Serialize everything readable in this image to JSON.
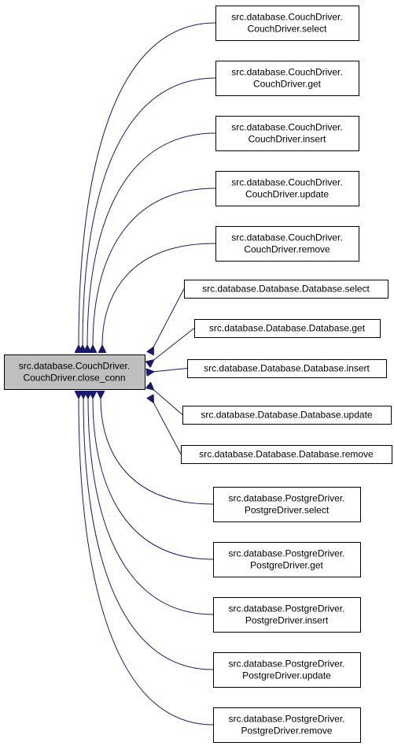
{
  "graph": {
    "root": {
      "lines": [
        "src.database.CouchDriver.",
        "CouchDriver.close_conn"
      ]
    },
    "callers": [
      {
        "lines": [
          "src.database.CouchDriver.",
          "CouchDriver.select"
        ]
      },
      {
        "lines": [
          "src.database.CouchDriver.",
          "CouchDriver.get"
        ]
      },
      {
        "lines": [
          "src.database.CouchDriver.",
          "CouchDriver.insert"
        ]
      },
      {
        "lines": [
          "src.database.CouchDriver.",
          "CouchDriver.update"
        ]
      },
      {
        "lines": [
          "src.database.CouchDriver.",
          "CouchDriver.remove"
        ]
      },
      {
        "lines": [
          "src.database.Database.Database.select"
        ]
      },
      {
        "lines": [
          "src.database.Database.Database.get"
        ]
      },
      {
        "lines": [
          "src.database.Database.Database.insert"
        ]
      },
      {
        "lines": [
          "src.database.Database.Database.update"
        ]
      },
      {
        "lines": [
          "src.database.Database.Database.remove"
        ]
      },
      {
        "lines": [
          "src.database.PostgreDriver.",
          "PostgreDriver.select"
        ]
      },
      {
        "lines": [
          "src.database.PostgreDriver.",
          "PostgreDriver.get"
        ]
      },
      {
        "lines": [
          "src.database.PostgreDriver.",
          "PostgreDriver.insert"
        ]
      },
      {
        "lines": [
          "src.database.PostgreDriver.",
          "PostgreDriver.update"
        ]
      },
      {
        "lines": [
          "src.database.PostgreDriver.",
          "PostgreDriver.remove"
        ]
      }
    ],
    "colors": {
      "edge": "#191970",
      "root_fill": "#bfbfbf",
      "box_fill": "#ffffff",
      "border": "#000000"
    }
  }
}
